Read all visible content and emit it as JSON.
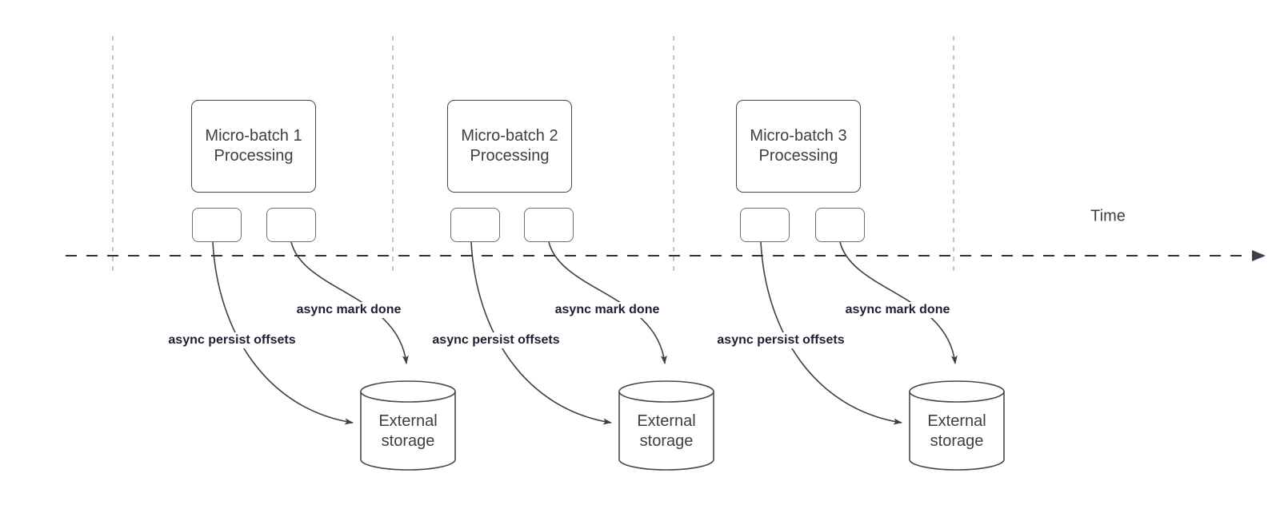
{
  "time_axis": {
    "label": "Time"
  },
  "groups": [
    {
      "box": {
        "line1": "Micro-batch 1",
        "line2": "Processing"
      },
      "persist_label": "async persist offsets",
      "mark_done_label": "async mark done",
      "storage": {
        "line1": "External",
        "line2": "storage"
      }
    },
    {
      "box": {
        "line1": "Micro-batch 2",
        "line2": "Processing"
      },
      "persist_label": "async persist offsets",
      "mark_done_label": "async mark done",
      "storage": {
        "line1": "External",
        "line2": "storage"
      }
    },
    {
      "box": {
        "line1": "Micro-batch 3",
        "line2": "Processing"
      },
      "persist_label": "async persist offsets",
      "mark_done_label": "async mark done",
      "storage": {
        "line1": "External",
        "line2": "storage"
      }
    }
  ],
  "colors": {
    "shape_stroke": "#45494f",
    "task_rect_stroke": "#6b6f75",
    "arrow_stroke": "#3a414c",
    "bold_label_text": "#1b2032",
    "node_text": "#3b4045",
    "divider_dash": "#b6b8ba",
    "axis_dash": "#2f353d"
  }
}
